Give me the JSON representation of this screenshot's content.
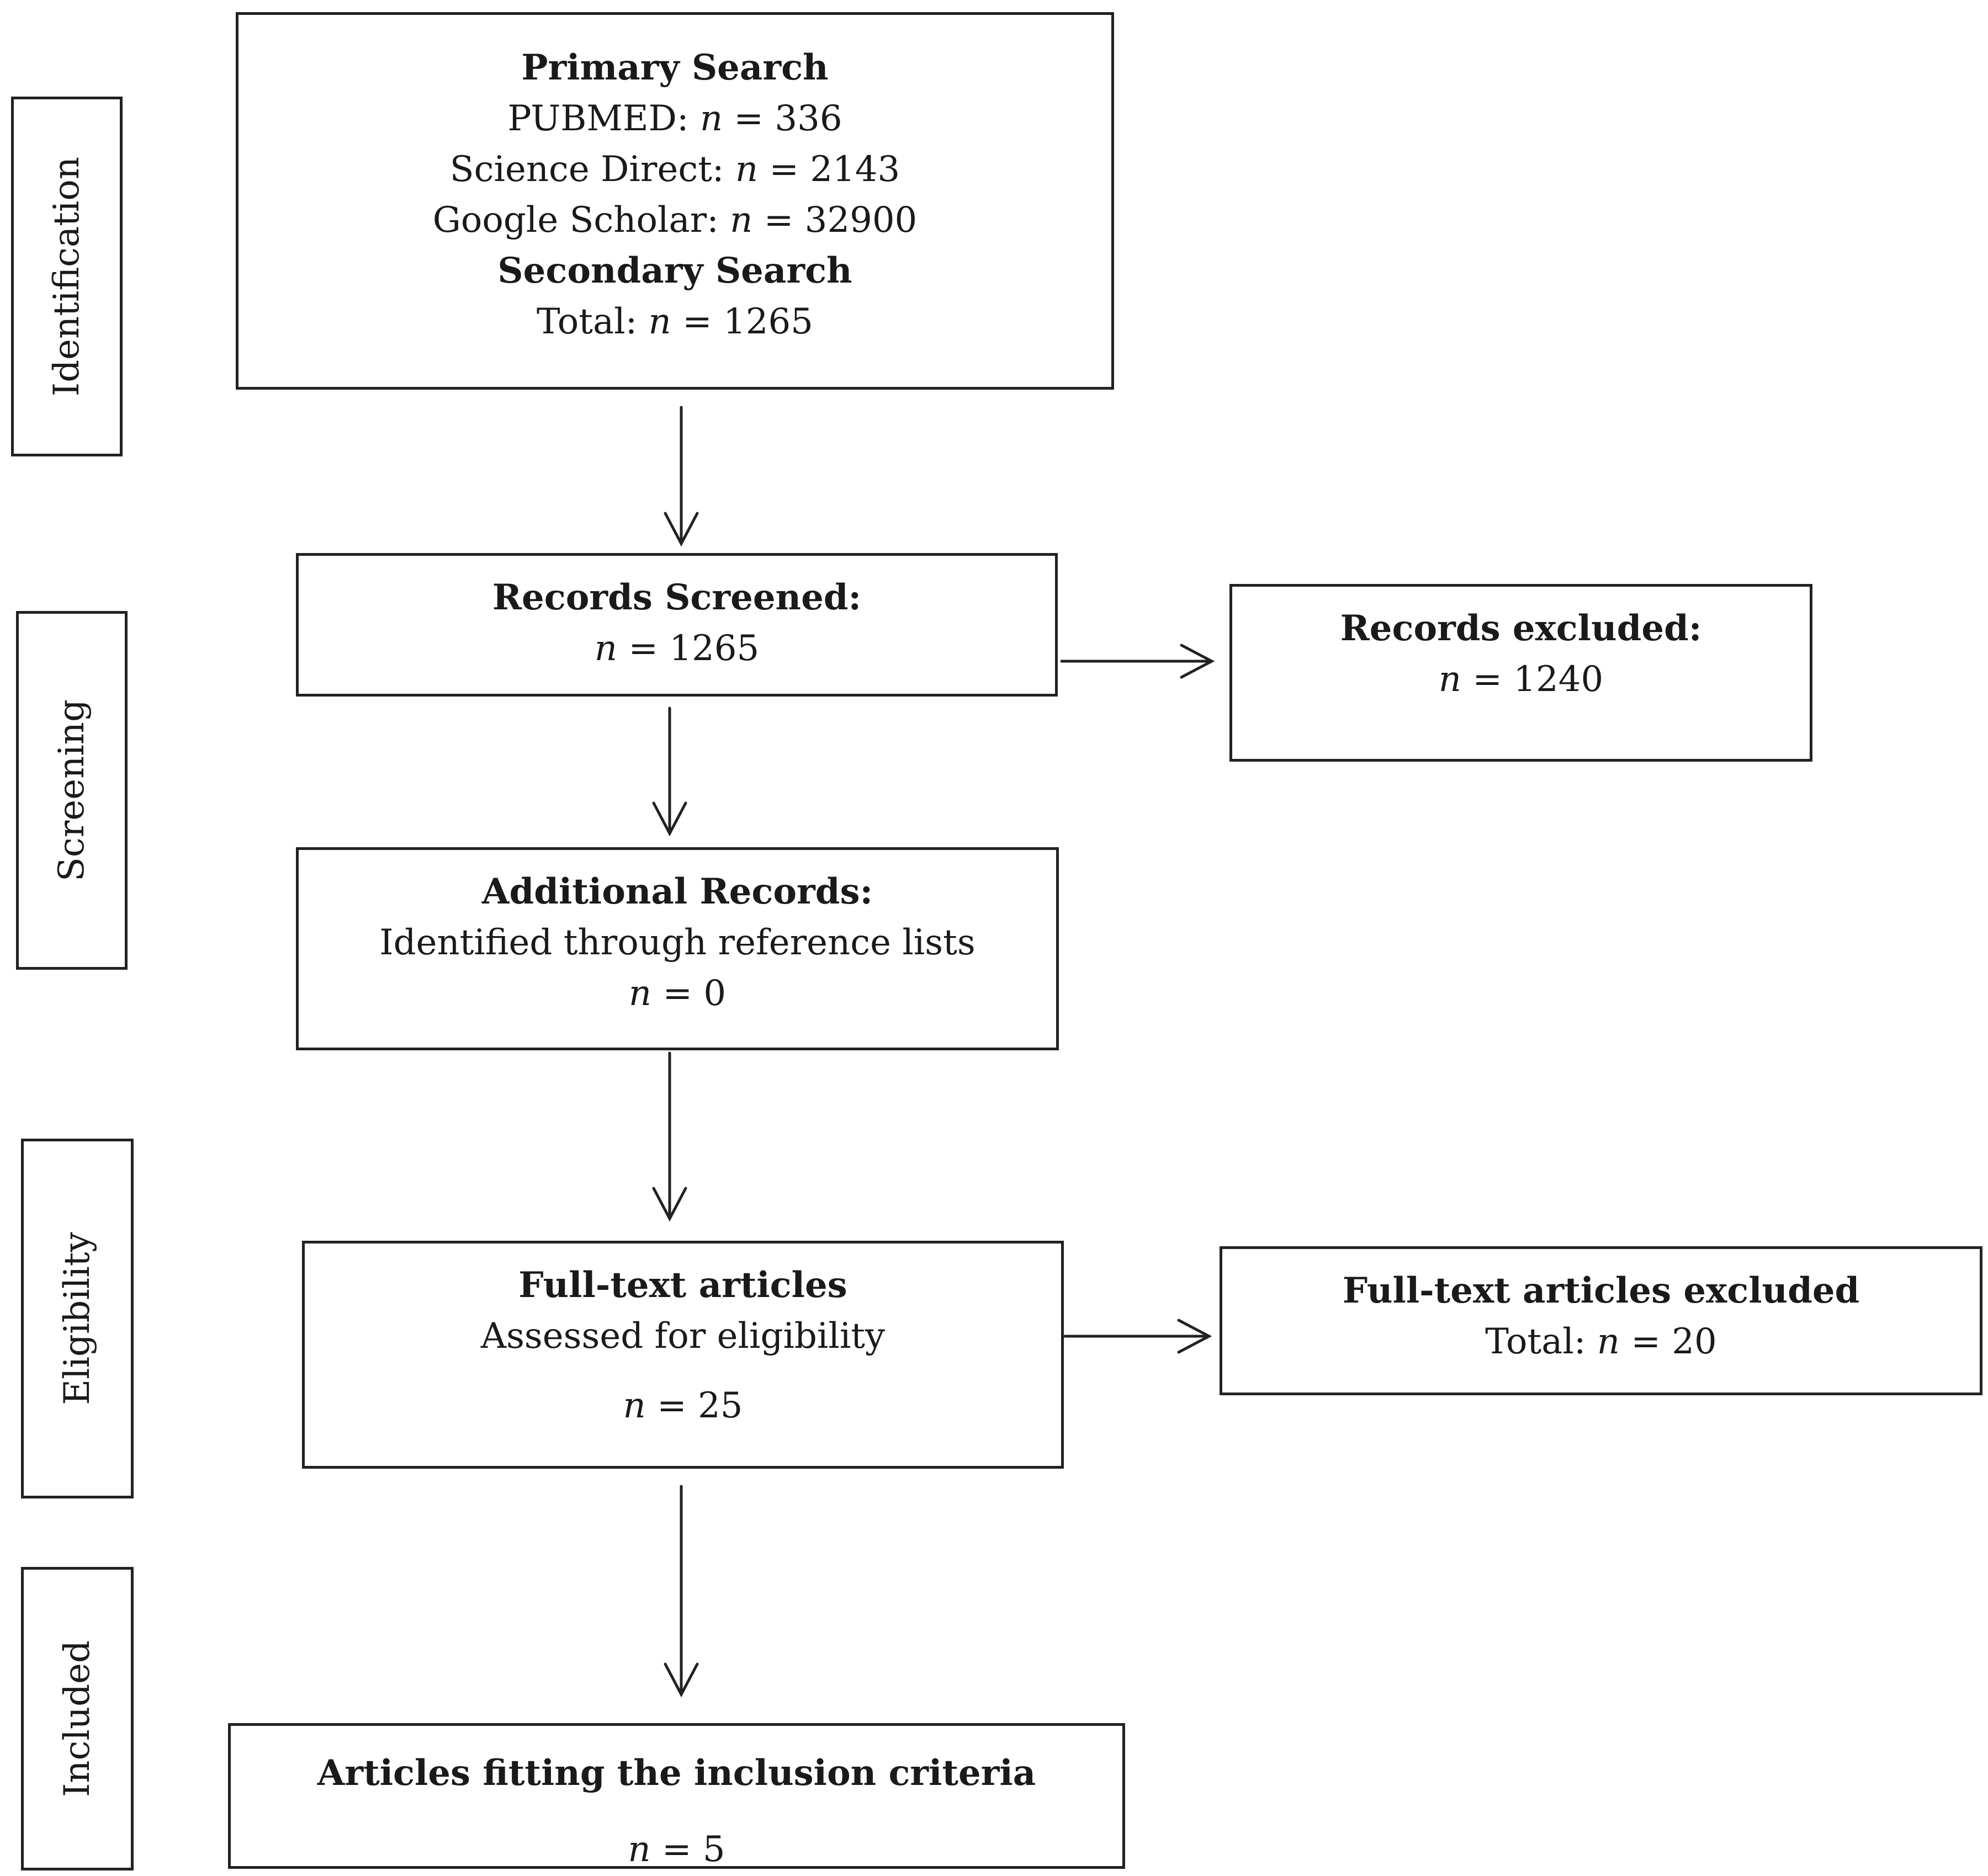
{
  "stages": {
    "identification": "Identification",
    "screening": "Screening",
    "eligibility": "Eligibility",
    "included": "Included"
  },
  "boxes": {
    "primary_search": {
      "title": "Primary Search",
      "pubmed": "PUBMED: n = 336",
      "science_direct": "Science Direct: n = 2143",
      "google_scholar": "Google Scholar: n = 32900",
      "secondary_title": "Secondary Search",
      "total": "Total: n = 1265"
    },
    "records_screened": {
      "title": "Records Screened:",
      "count": "n = 1265"
    },
    "records_excluded": {
      "title": "Records excluded:",
      "count": "n = 1240"
    },
    "additional_records": {
      "title": "Additional Records:",
      "subtitle": "Identified through reference lists",
      "count": "n = 0"
    },
    "fulltext_assessed": {
      "title": "Full-text articles",
      "subtitle": "Assessed for eligibility",
      "count": "n = 25"
    },
    "fulltext_excluded": {
      "title": "Full-text articles excluded",
      "count": "Total: n = 20"
    },
    "included": {
      "title": "Articles fitting the inclusion criteria",
      "count": "n = 5"
    }
  }
}
